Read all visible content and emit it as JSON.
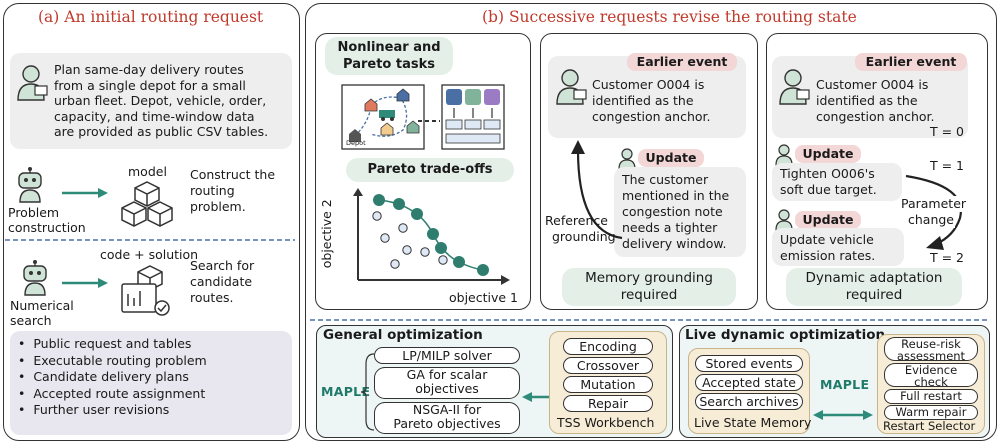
{
  "panel_a": {
    "title": "(a) An initial routing request",
    "request_text": [
      "Plan same-day delivery routes",
      "from a single depot for a small",
      "urban fleet. Depot, vehicle, order,",
      "capacity, and time-window data",
      "are provided as public CSV tables."
    ],
    "step1": {
      "agent_label": [
        "Problem",
        "construction"
      ],
      "artifact_label": "model",
      "description": [
        "Construct the",
        "routing",
        "problem."
      ]
    },
    "step2": {
      "agent_label": [
        "Numerical",
        "search"
      ],
      "artifact_label": "code + solution",
      "description": [
        "Search for",
        "candidate",
        "routes."
      ]
    },
    "outputs": [
      "Public request and tables",
      "Executable routing problem",
      "Candidate delivery plans",
      "Accepted route assignment",
      "Further user revisions"
    ]
  },
  "panel_b": {
    "title": "(b) Successive requests revise the routing state",
    "col1": {
      "title_lines": [
        "Nonlinear and",
        "Pareto tasks"
      ],
      "depot_label": "Depot",
      "pareto_title": "Pareto trade-offs",
      "xlabel": "objective 1",
      "ylabel": "objective 2"
    },
    "col2": {
      "earlier_label": "Earlier event",
      "earlier_text": [
        "Customer O004 is",
        "identified as the",
        "congestion anchor."
      ],
      "update_label": "Update",
      "update_text": [
        "The customer",
        "mentioned in the",
        "congestion note",
        "needs a tighter",
        "delivery window."
      ],
      "arrow_label": [
        "Reference",
        "grounding"
      ],
      "footer": [
        "Memory grounding",
        "required"
      ]
    },
    "col3": {
      "earlier_label": "Earlier event",
      "earlier_text": [
        "Customer O004 is",
        "identified as the",
        "congestion anchor."
      ],
      "t0": "T = 0",
      "t1": "T = 1",
      "t2": "T = 2",
      "update1_label": "Update",
      "update1_text": [
        "Tighten O006's",
        "soft due target."
      ],
      "update2_label": "Update",
      "update2_text": [
        "Update vehicle",
        "emission rates."
      ],
      "param_label": [
        "Parameter",
        "change"
      ],
      "footer": [
        "Dynamic adaptation",
        "required"
      ]
    }
  },
  "general": {
    "title": "General optimization",
    "maple": "MAPLE",
    "solvers": [
      [
        "LP/MILP solver"
      ],
      [
        "GA for scalar",
        "objectives"
      ],
      [
        "NSGA-II for",
        "Pareto objectives"
      ]
    ],
    "workbench_items": [
      "Encoding",
      "Crossover",
      "Mutation",
      "Repair"
    ],
    "workbench_title": "TSS Workbench"
  },
  "live": {
    "title": "Live dynamic optimization",
    "maple": "MAPLE",
    "memory_items": [
      "Stored events",
      "Accepted state",
      "Search archives"
    ],
    "memory_title": "Live State Memory",
    "selector_items": [
      [
        "Reuse-risk",
        "assessment"
      ],
      [
        "Evidence",
        "check"
      ],
      [
        "Full restart"
      ],
      [
        "Warm repair"
      ]
    ],
    "selector_title": "Restart Selector"
  },
  "colors": {
    "accent_red": "#c0392b",
    "teal": "#2e8b7a",
    "scatter_dark": "#2e7d6e",
    "scatter_light": "#dfe8f5",
    "dashed_blue": "#4a6fa5"
  }
}
